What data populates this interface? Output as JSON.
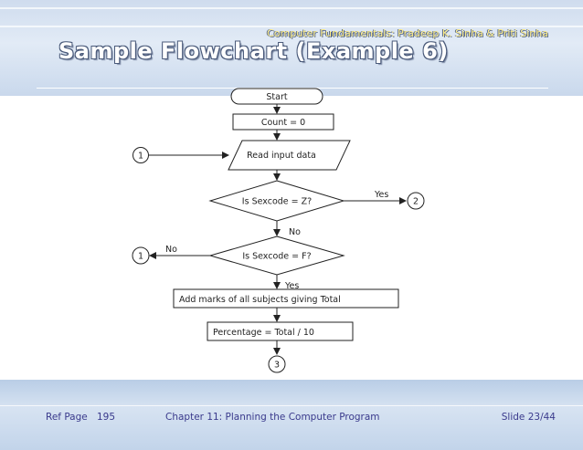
{
  "header": {
    "course_title": "Computer Fundamentals: Pradeep K. Sinha & Priti Sinha",
    "slide_title": "Sample Flowchart (Example 6)"
  },
  "flowchart": {
    "start": "Start",
    "init": "Count = 0",
    "read": "Read input data",
    "decision1": "Is Sexcode = Z?",
    "decision1_yes": "Yes",
    "decision1_no": "No",
    "decision2": "Is Sexcode = F?",
    "decision2_yes": "Yes",
    "decision2_no": "No",
    "add_marks": "Add marks of all subjects giving Total",
    "percentage": "Percentage = Total / 10",
    "connector_in": "1",
    "connector_yes": "2",
    "connector_no": "1",
    "connector_out": "3"
  },
  "footer": {
    "ref_label": "Ref Page",
    "ref_page": "195",
    "chapter": "Chapter 11: Planning the Computer Program",
    "slide_num": "Slide 23/44"
  },
  "colors": {
    "header_bg": "#cfdcee",
    "title_text": "#ffffff",
    "course_text": "#ffee88",
    "footer_text": "#3a3a8c"
  }
}
